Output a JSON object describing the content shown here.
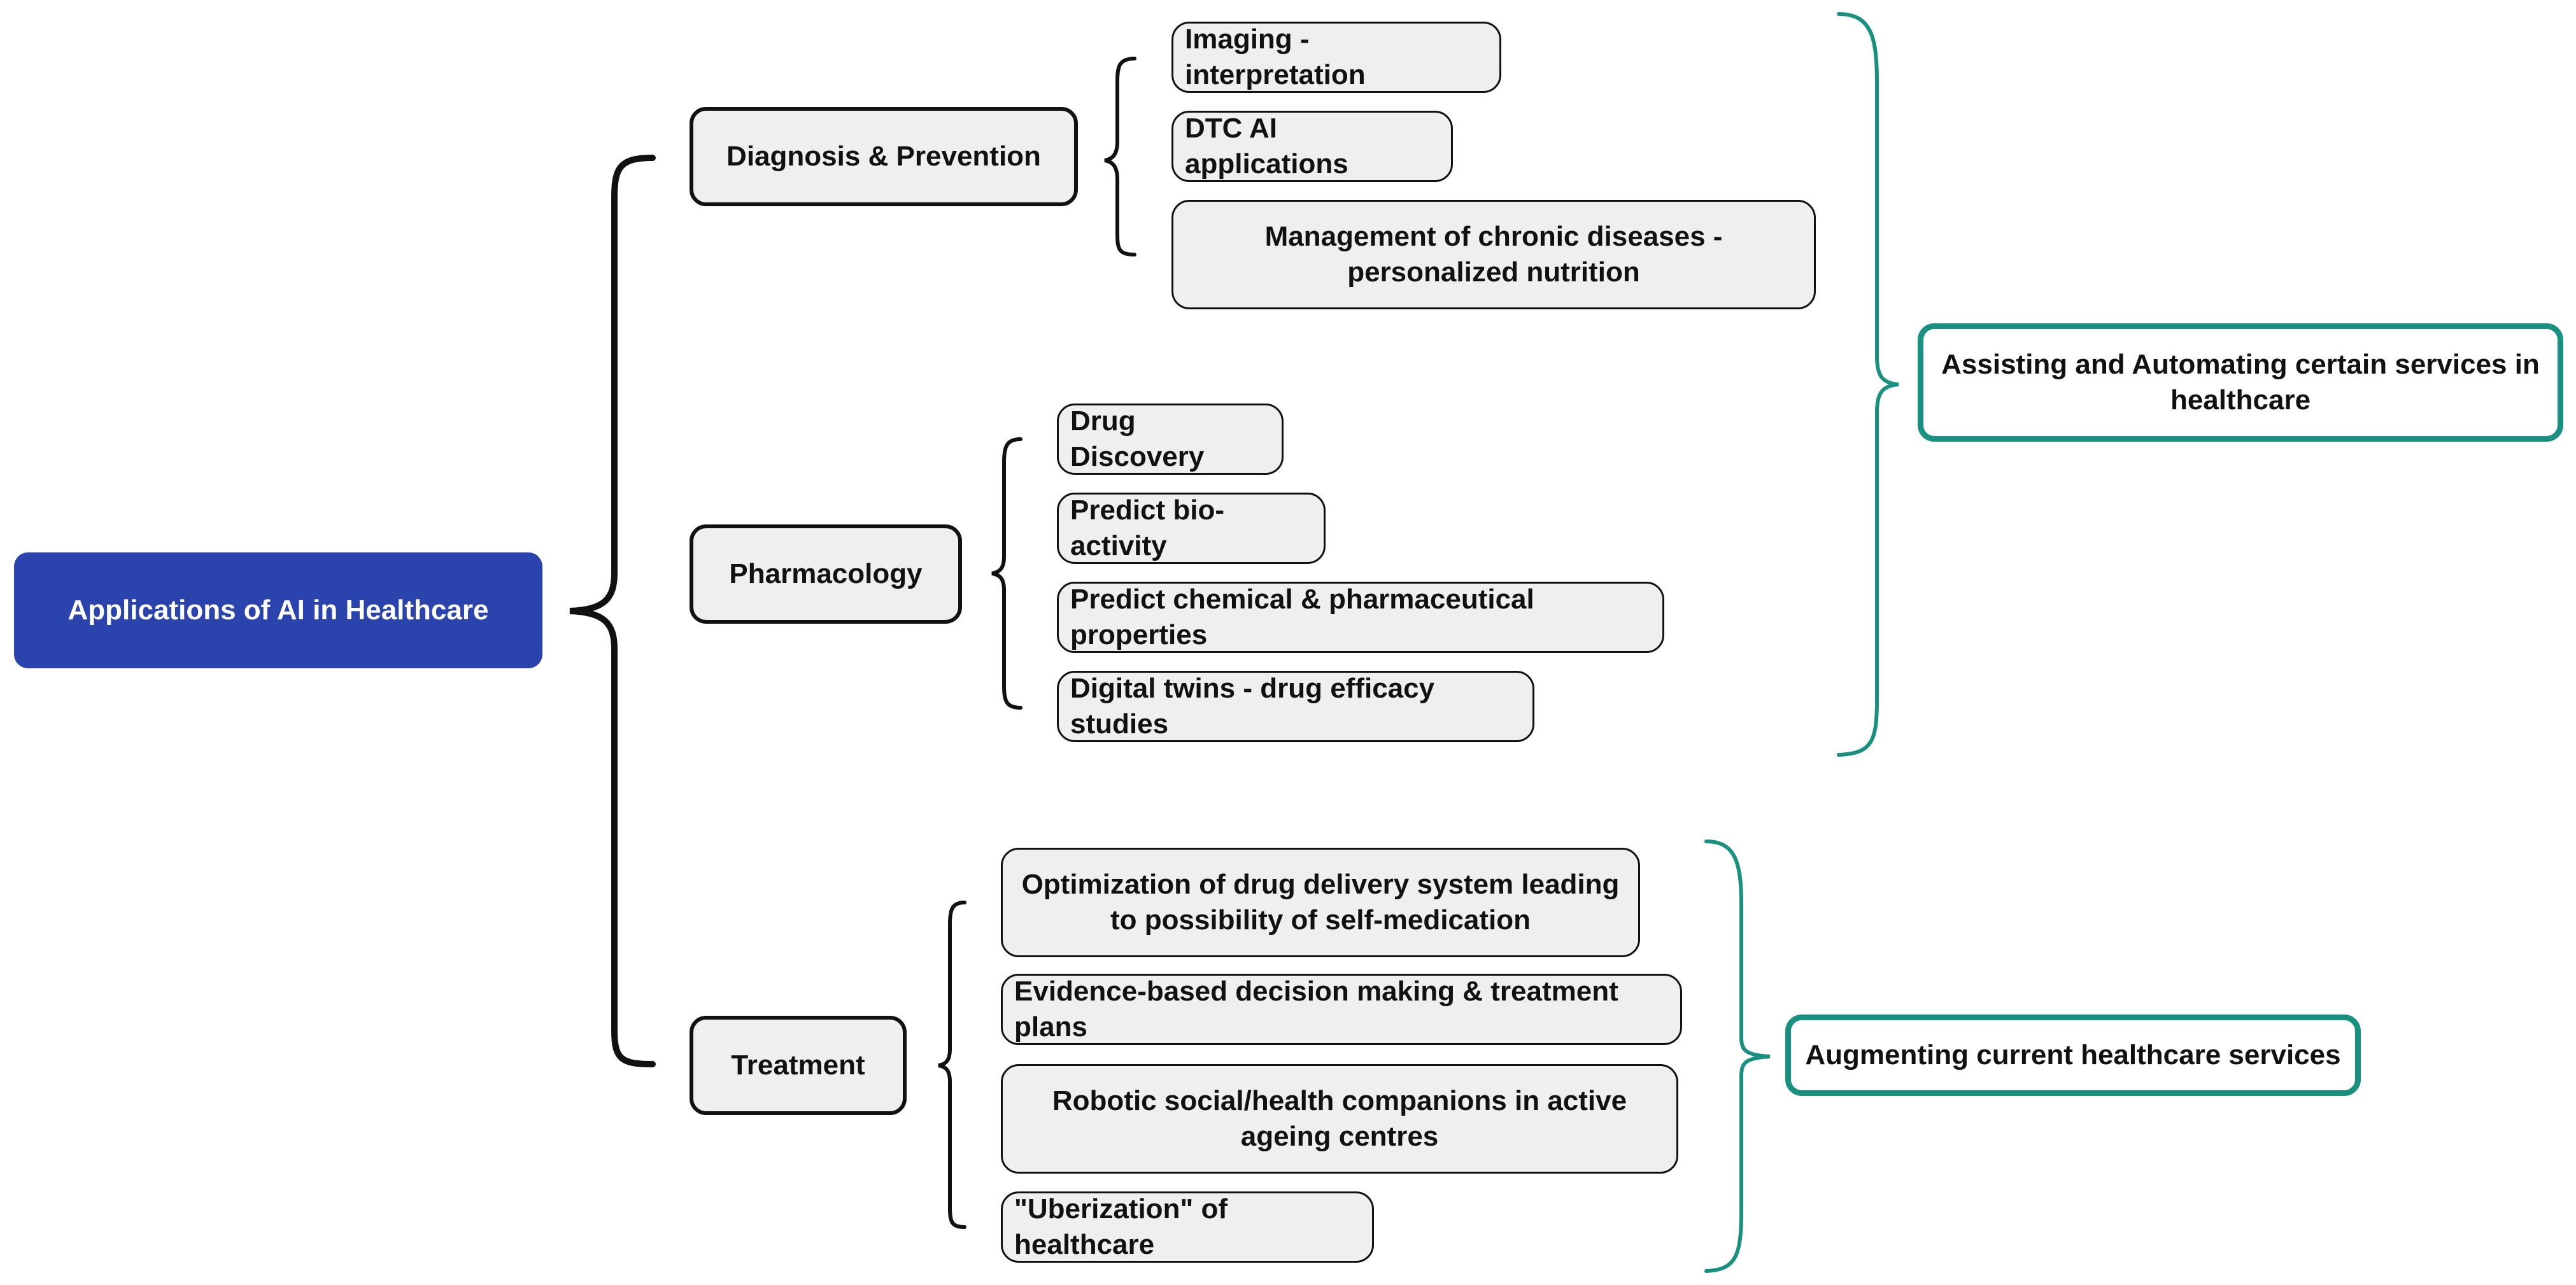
{
  "diagram": {
    "root": "Applications of AI in Healthcare",
    "categories": {
      "diagnosis": {
        "label": "Diagnosis & Prevention",
        "items": [
          "Imaging - interpretation",
          "DTC AI applications",
          "Management of chronic diseases - personalized nutrition"
        ]
      },
      "pharmacology": {
        "label": "Pharmacology",
        "items": [
          "Drug Discovery",
          "Predict bio-activity",
          "Predict chemical & pharmaceutical properties",
          "Digital twins - drug efficacy studies"
        ]
      },
      "treatment": {
        "label": "Treatment",
        "items": [
          "Optimization of drug delivery system leading to possibility of self-medication",
          "Evidence-based decision making & treatment plans",
          "Robotic social/health companions in active ageing centres",
          "\"Uberization\" of healthcare"
        ]
      }
    },
    "groups": {
      "assisting": "Assisting and Automating certain services in healthcare",
      "augmenting": "Augmenting current healthcare services"
    }
  },
  "colors": {
    "root_fill": "#2b44ad",
    "box_fill": "#efefef",
    "outline": "#111111",
    "group_outline": "#1a9080"
  }
}
